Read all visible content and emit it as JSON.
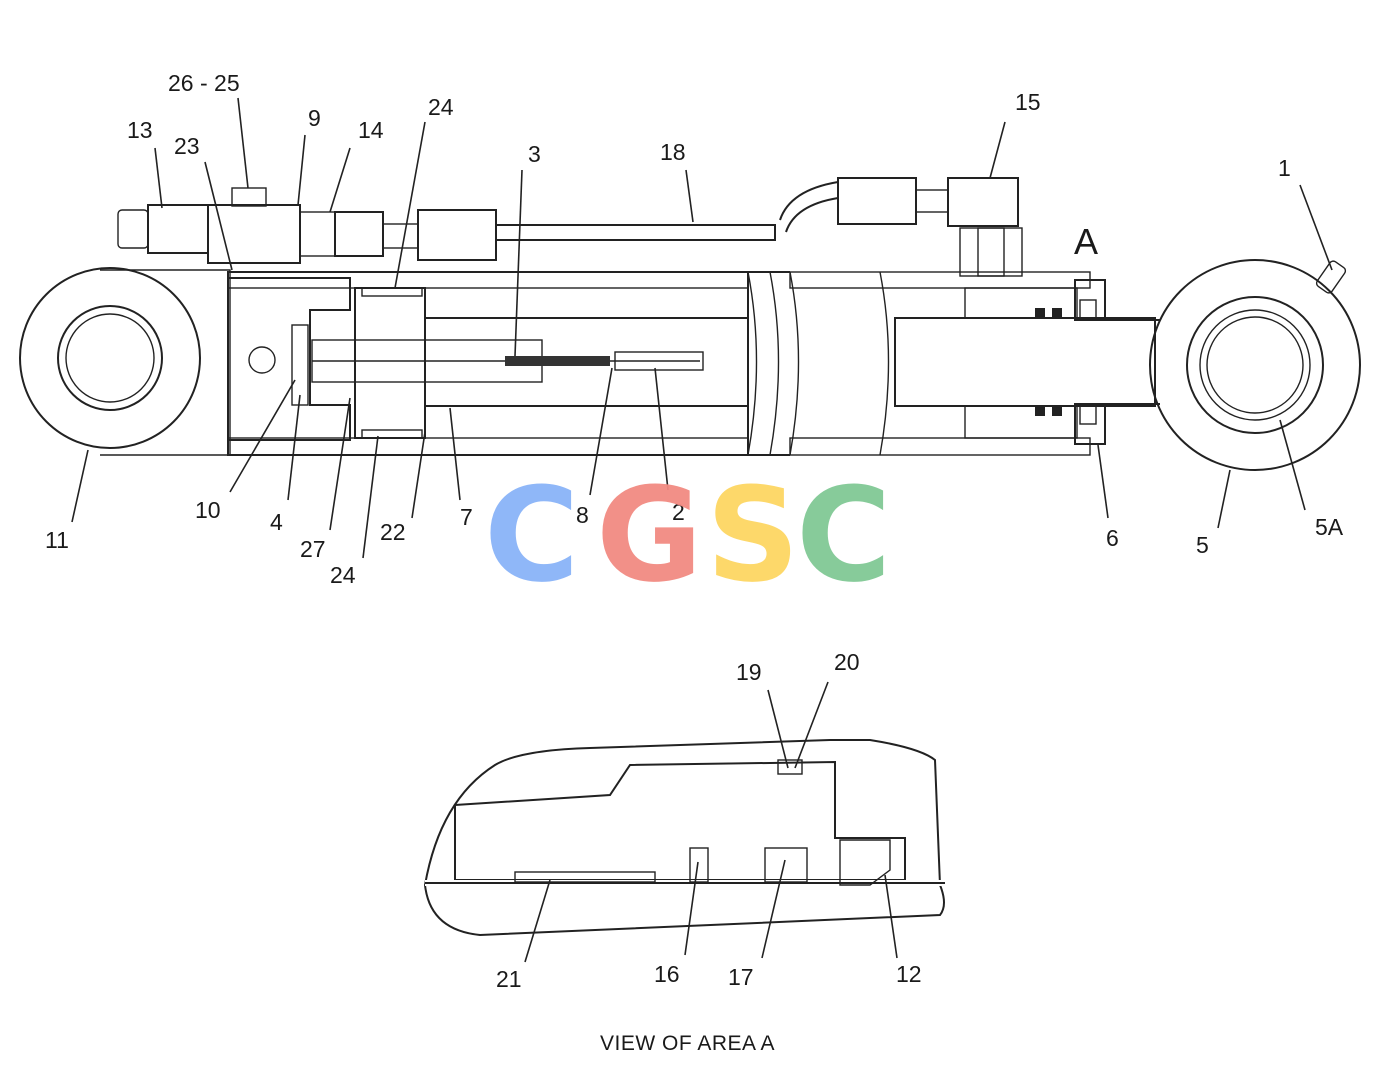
{
  "callouts": {
    "c1": "1",
    "c2": "2",
    "c3": "3",
    "c4": "4",
    "c5": "5",
    "c5a": "5A",
    "c6": "6",
    "c7": "7",
    "c8": "8",
    "c9": "9",
    "c10": "10",
    "c11": "11",
    "c12": "12",
    "c13": "13",
    "c14": "14",
    "c15": "15",
    "c16": "16",
    "c17": "17",
    "c18": "18",
    "c19": "19",
    "c20": "20",
    "c21": "21",
    "c22": "22",
    "c23": "23",
    "c24_top": "24",
    "c24_bottom": "24",
    "c26_25": "26 - 25",
    "c27": "27"
  },
  "area_marker": "A",
  "detail_caption": "VIEW OF AREA A",
  "watermark": {
    "letters": [
      "C",
      "G",
      "S",
      "C"
    ],
    "colors": [
      "#8ab4f8",
      "#f28b82",
      "#fdd663",
      "#81c995"
    ]
  }
}
